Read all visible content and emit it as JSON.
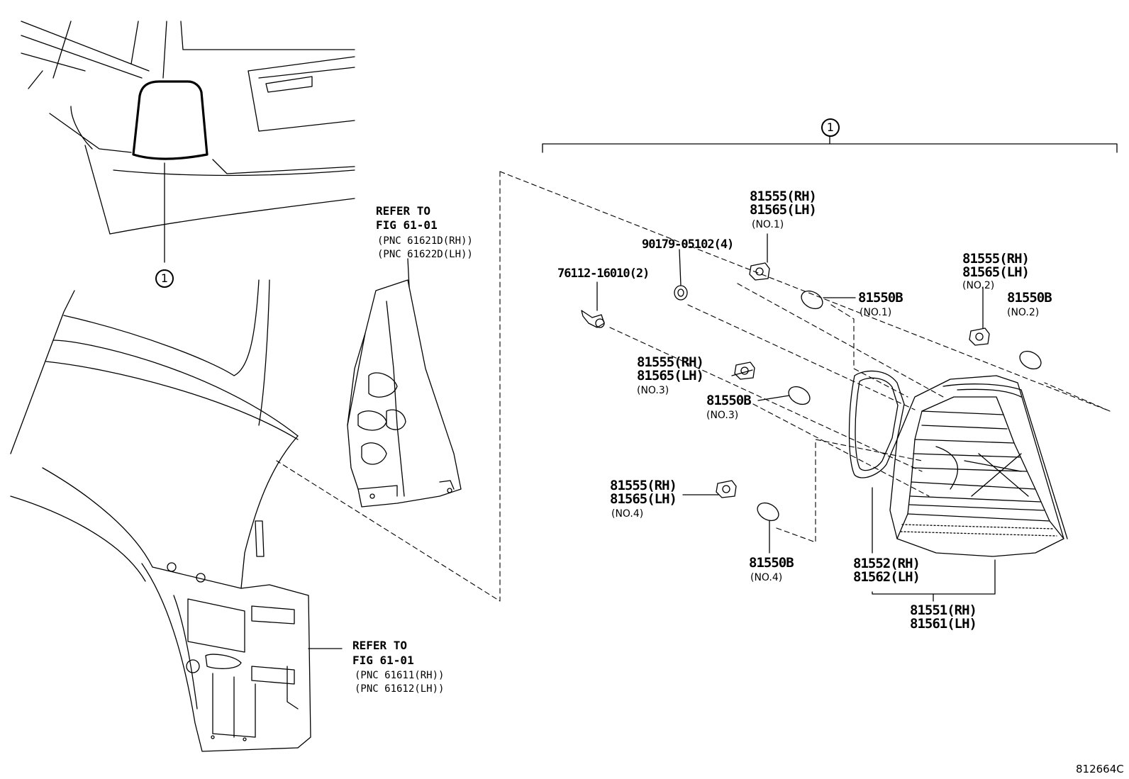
{
  "callout": "1",
  "refer_top": {
    "line1": "REFER TO",
    "line2": "FIG 61-01",
    "line3": "(PNC 61621D(RH))",
    "line4": "(PNC 61622D(LH))"
  },
  "refer_bottom": {
    "line1": "REFER TO",
    "line2": "FIG 61-01",
    "line3": "(PNC 61611(RH))",
    "line4": "(PNC 61612(LH))"
  },
  "parts": {
    "p76112": "76112-16010(2)",
    "p90179": "90179-05102(4)",
    "socket_no1": {
      "rh": "81555(RH)",
      "lh": "81565(LH)",
      "sub": "(NO.1)"
    },
    "socket_no2": {
      "rh": "81555(RH)",
      "lh": "81565(LH)",
      "sub": "(NO.2)"
    },
    "socket_no3": {
      "rh": "81555(RH)",
      "lh": "81565(LH)",
      "sub": "(NO.3)"
    },
    "socket_no4": {
      "rh": "81555(RH)",
      "lh": "81565(LH)",
      "sub": "(NO.4)"
    },
    "bulb_no1": {
      "pn": "81550B",
      "sub": "(NO.1)"
    },
    "bulb_no2": {
      "pn": "81550B",
      "sub": "(NO.2)"
    },
    "bulb_no3": {
      "pn": "81550B",
      "sub": "(NO.3)"
    },
    "bulb_no4": {
      "pn": "81550B",
      "sub": "(NO.4)"
    },
    "lens": {
      "rh": "81552(RH)",
      "lh": "81562(LH)"
    },
    "lamp_assy": {
      "rh": "81551(RH)",
      "lh": "81561(LH)"
    }
  },
  "figure_code": "812664C"
}
